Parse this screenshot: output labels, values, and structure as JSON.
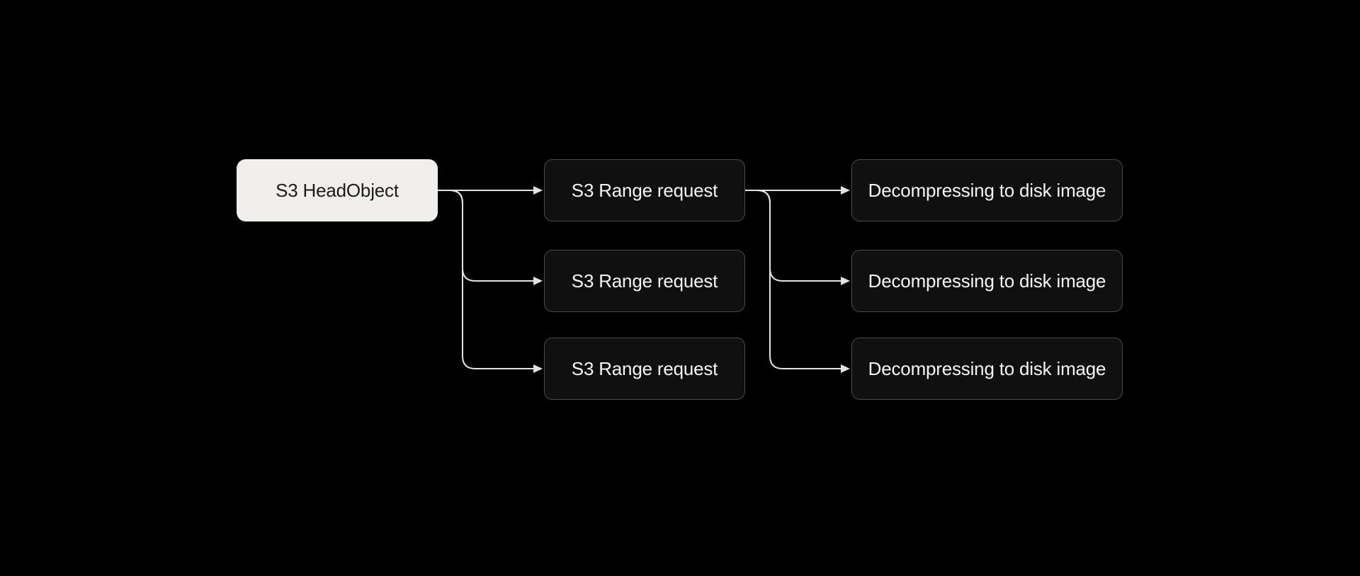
{
  "colors": {
    "background": "#000000",
    "source_fill": "#f0efec",
    "source_text": "#1b1b1b",
    "node_fill": "#101010",
    "node_border": "#4a4a4a",
    "node_text": "#f4f4f4",
    "connector": "#e3e3e3"
  },
  "diagram": {
    "type": "flow-diagram",
    "nodes": {
      "source": {
        "label": "S3 HeadObject"
      },
      "range_requests": [
        {
          "label": "S3 Range request"
        },
        {
          "label": "S3 Range request"
        },
        {
          "label": "S3 Range request"
        }
      ],
      "decompressors": [
        {
          "label": "Decompressing to disk image"
        },
        {
          "label": "Decompressing to disk image"
        },
        {
          "label": "Decompressing to disk image"
        }
      ]
    },
    "edges": [
      {
        "from": "source",
        "to": "range_requests.0"
      },
      {
        "from": "source",
        "to": "range_requests.1"
      },
      {
        "from": "source",
        "to": "range_requests.2"
      },
      {
        "from": "range_requests.0",
        "to": "decompressors.0"
      },
      {
        "from": "range_requests.0",
        "to": "decompressors.1"
      },
      {
        "from": "range_requests.0",
        "to": "decompressors.2"
      }
    ]
  }
}
